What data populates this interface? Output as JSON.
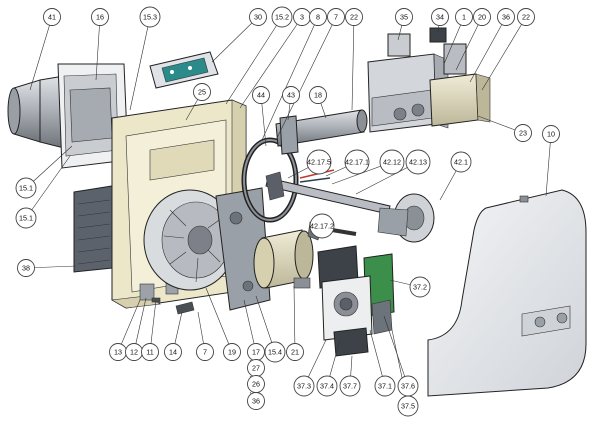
{
  "callouts": [
    {
      "id": "c-41",
      "label": "41"
    },
    {
      "id": "c-16",
      "label": "16"
    },
    {
      "id": "c-15-3",
      "label": "15.3"
    },
    {
      "id": "c-30",
      "label": "30"
    },
    {
      "id": "c-15-2",
      "label": "15.2"
    },
    {
      "id": "c-3",
      "label": "3"
    },
    {
      "id": "c-8",
      "label": "8"
    },
    {
      "id": "c-7a",
      "label": "7"
    },
    {
      "id": "c-22a",
      "label": "22"
    },
    {
      "id": "c-35",
      "label": "35"
    },
    {
      "id": "c-34",
      "label": "34"
    },
    {
      "id": "c-1",
      "label": "1"
    },
    {
      "id": "c-20",
      "label": "20"
    },
    {
      "id": "c-36a",
      "label": "36"
    },
    {
      "id": "c-22b",
      "label": "22"
    },
    {
      "id": "c-10",
      "label": "10"
    },
    {
      "id": "c-25",
      "label": "25"
    },
    {
      "id": "c-44",
      "label": "44"
    },
    {
      "id": "c-43",
      "label": "43"
    },
    {
      "id": "c-18",
      "label": "18"
    },
    {
      "id": "c-23",
      "label": "23"
    },
    {
      "id": "c-15-1a",
      "label": "15.1"
    },
    {
      "id": "c-15-1b",
      "label": "15.1"
    },
    {
      "id": "c-42-17-5",
      "label": "42.17.5"
    },
    {
      "id": "c-42-17-1",
      "label": "42.17.1"
    },
    {
      "id": "c-42-12",
      "label": "42.12"
    },
    {
      "id": "c-42-13",
      "label": "42.13"
    },
    {
      "id": "c-42-1",
      "label": "42.1"
    },
    {
      "id": "c-42-17-2",
      "label": "42.17.2"
    },
    {
      "id": "c-38",
      "label": "38"
    },
    {
      "id": "c-37-2",
      "label": "37.2"
    },
    {
      "id": "c-13",
      "label": "13"
    },
    {
      "id": "c-12",
      "label": "12"
    },
    {
      "id": "c-11",
      "label": "11"
    },
    {
      "id": "c-14",
      "label": "14"
    },
    {
      "id": "c-7b",
      "label": "7"
    },
    {
      "id": "c-19",
      "label": "19"
    },
    {
      "id": "c-17",
      "label": "17"
    },
    {
      "id": "c-15-4",
      "label": "15.4"
    },
    {
      "id": "c-21",
      "label": "21"
    },
    {
      "id": "c-27",
      "label": "27"
    },
    {
      "id": "c-26",
      "label": "26"
    },
    {
      "id": "c-36b",
      "label": "36"
    },
    {
      "id": "c-37-3",
      "label": "37.3"
    },
    {
      "id": "c-37-4",
      "label": "37.4"
    },
    {
      "id": "c-37-7",
      "label": "37.7"
    },
    {
      "id": "c-37-1",
      "label": "37.1"
    },
    {
      "id": "c-37-6",
      "label": "37.6"
    },
    {
      "id": "c-37-5",
      "label": "37.5"
    }
  ],
  "colors": {
    "body_cream": "#ece7c9",
    "body_shade": "#d6d0ae",
    "metal_gray": "#b8bcc2",
    "metal_dark": "#8b9097",
    "cover_gray": "#e6e8eb",
    "panel_dark": "#6e7480",
    "pcb_green": "#3b8f4a",
    "display_teal": "#2b8a8a",
    "motor_dark": "#4a4f57",
    "leader_line": "#333333"
  }
}
